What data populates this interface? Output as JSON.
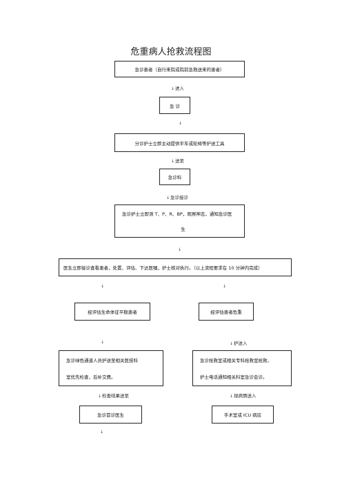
{
  "title": "危重病人抢救流程图",
  "boxes": {
    "b1": "急诊患者（自行来院或院前急救送来的患者）",
    "b2": "急 诊",
    "b3": "分诊护士立即主动提供平车或轮椅等护送工具",
    "b4": "急诊科",
    "b5_line1": "急诊护士立即测 T、P、R、BP，观察神志，通知急诊医",
    "b5_line2": "生",
    "b6": "医生立即接诊查看患者，处置、评估、下达医嘱，护士核对执行。（以上流程要求在 10 分钟内完成）",
    "b7": "经评估生命体征平稳患者",
    "b8": "经评估患者危重",
    "b9_line1": "急诊绿色通道人员护送至相关医技科",
    "b9_line2": "室优先检查，后补交费。",
    "b10_line1": "急诊抢救室或相关专科抢救室抢救，",
    "b10_line2": "护士电话通知相关科室急诊会诊。",
    "b11": "急诊首诊医生",
    "b12": "手术室或 ICU 病房"
  },
  "connectors": {
    "c1": "进入",
    "c2": "",
    "c3": "送至",
    "c4": "急诊接诊",
    "c5": "",
    "c6_left": "",
    "c6_right": "",
    "c7_left": "",
    "c7_right": "护送入",
    "c8_left": "检查结果送至",
    "c8_right": "视病情送入",
    "c9_left": ""
  },
  "arrow_glyph": "↓"
}
